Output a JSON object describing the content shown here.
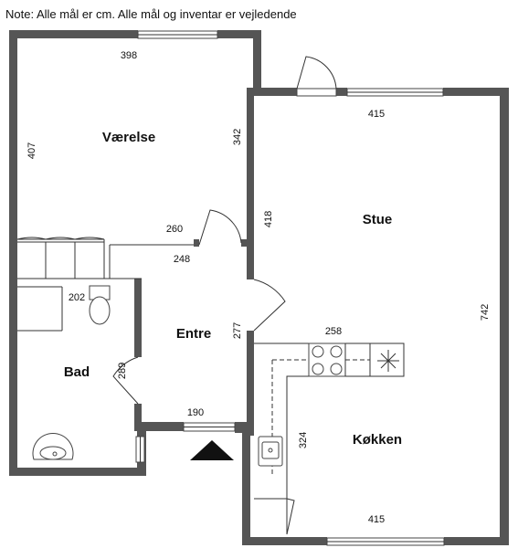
{
  "note": "Note: Alle mål er cm. Alle mål og inventar er vejledende",
  "rooms": {
    "vaerelse": "Værelse",
    "stue": "Stue",
    "entre": "Entre",
    "bad": "Bad",
    "kokken": "Køkken"
  },
  "dimensions": {
    "vaerelse_top": "398",
    "vaerelse_left": "407",
    "vaerelse_right": "342",
    "vaerelse_bottom": "260",
    "stue_top": "415",
    "stue_left": "418",
    "stue_right": "742",
    "entre_top": "248",
    "entre_right": "277",
    "entre_bottom": "190",
    "bad_top": "202",
    "bad_door": "289",
    "kokken_top": "258",
    "kokken_left": "324",
    "kokken_bottom": "415"
  }
}
